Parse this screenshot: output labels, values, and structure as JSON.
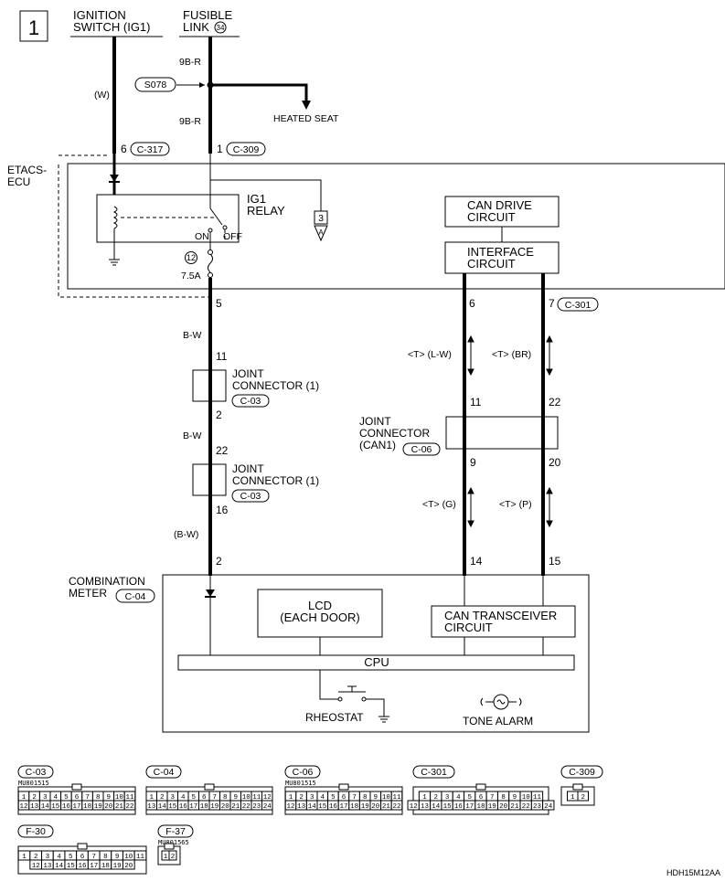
{
  "page_number": "1",
  "sources": {
    "ignition_switch": "IGNITION\nSWITCH (IG1)",
    "fusible_link": "FUSIBLE\nLINK",
    "fusible_link_num": "34"
  },
  "splice": "S078",
  "heated_seat": "HEATED SEAT",
  "wires": {
    "w1": "(W)",
    "w2a": "9B-R",
    "w2b": "9B-R",
    "bw1": "B-W",
    "bw2": "B-W",
    "bw3": "(B-W)",
    "lw": "<T> (L-W)",
    "br": "<T> (BR)",
    "g": "<T> (G)",
    "p": "<T> (P)"
  },
  "etacs": {
    "label": "ETACS-\nECU",
    "pin_ig": "6",
    "conn_ig": "C-317",
    "pin_fl": "1",
    "conn_fl": "C-309",
    "relay": "IG1\nRELAY",
    "on": "ON",
    "off": "OFF",
    "fuse_num": "12",
    "fuse_amp": "7.5A",
    "ref_num": "3",
    "ref_letter": "A",
    "can_drive": "CAN DRIVE\nCIRCUIT",
    "interface": "INTERFACE\nCIRCUIT",
    "pin_out": "5",
    "pin_can1": "6",
    "pin_can2": "7",
    "conn_can": "C-301"
  },
  "joint1": {
    "pin_top": "11",
    "pin_bot": "2",
    "label": "JOINT\nCONNECTOR (1)",
    "conn": "C-03"
  },
  "joint2": {
    "pin_top": "22",
    "pin_bot": "16",
    "label": "JOINT\nCONNECTOR (1)",
    "conn": "C-03"
  },
  "joint_can": {
    "label": "JOINT\nCONNECTOR\n(CAN1)",
    "conn": "C-06",
    "pin_a_top": "11",
    "pin_b_top": "22",
    "pin_a_bot": "9",
    "pin_b_bot": "20"
  },
  "meter": {
    "label": "COMBINATION\nMETER",
    "conn": "C-04",
    "pin_pwr": "2",
    "pin_can1": "14",
    "pin_can2": "15",
    "lcd": "LCD\n(EACH DOOR)",
    "transceiver": "CAN TRANSCEIVER\nCIRCUIT",
    "cpu": "CPU",
    "rheostat": "RHEOSTAT",
    "tone": "TONE ALARM"
  },
  "connectors": [
    {
      "id": "C-03",
      "part": "MU801515",
      "row1": [
        "1",
        "2",
        "3",
        "4",
        "5",
        "6",
        "7",
        "8",
        "9",
        "10",
        "11"
      ],
      "row2": [
        "12",
        "13",
        "14",
        "15",
        "16",
        "17",
        "18",
        "19",
        "20",
        "21",
        "22"
      ]
    },
    {
      "id": "C-04",
      "part": "",
      "row1": [
        "1",
        "2",
        "3",
        "4",
        "5",
        "6",
        "7",
        "8",
        "9",
        "10",
        "11",
        "12"
      ],
      "row2": [
        "13",
        "14",
        "15",
        "16",
        "17",
        "18",
        "19",
        "20",
        "21",
        "22",
        "23",
        "24"
      ]
    },
    {
      "id": "C-06",
      "part": "MU801515",
      "row1": [
        "1",
        "2",
        "3",
        "4",
        "5",
        "6",
        "7",
        "8",
        "9",
        "10",
        "11"
      ],
      "row2": [
        "12",
        "13",
        "14",
        "15",
        "16",
        "17",
        "18",
        "19",
        "20",
        "21",
        "22"
      ]
    },
    {
      "id": "C-301",
      "part": "",
      "row1": [
        "1",
        "2",
        "3",
        "4",
        "5",
        "6",
        "7",
        "8",
        "9",
        "10",
        "11"
      ],
      "row2": [
        "12",
        "13",
        "14",
        "15",
        "16",
        "17",
        "18",
        "19",
        "20",
        "21",
        "22",
        "23",
        "24"
      ]
    },
    {
      "id": "C-309",
      "part": "",
      "row1": [
        "1",
        "2"
      ],
      "row2": []
    },
    {
      "id": "F-30",
      "part": "",
      "row1": [
        "1",
        "2",
        "3",
        "4",
        "5",
        "6",
        "7",
        "8",
        "9",
        "10",
        "11"
      ],
      "row2": [
        "12",
        "13",
        "14",
        "15",
        "16",
        "17",
        "18",
        "19",
        "20"
      ]
    },
    {
      "id": "F-37",
      "part": "MU801565",
      "row1": [
        "1",
        "2"
      ],
      "row2": []
    }
  ],
  "drawing_code": "HDH15M12AA"
}
